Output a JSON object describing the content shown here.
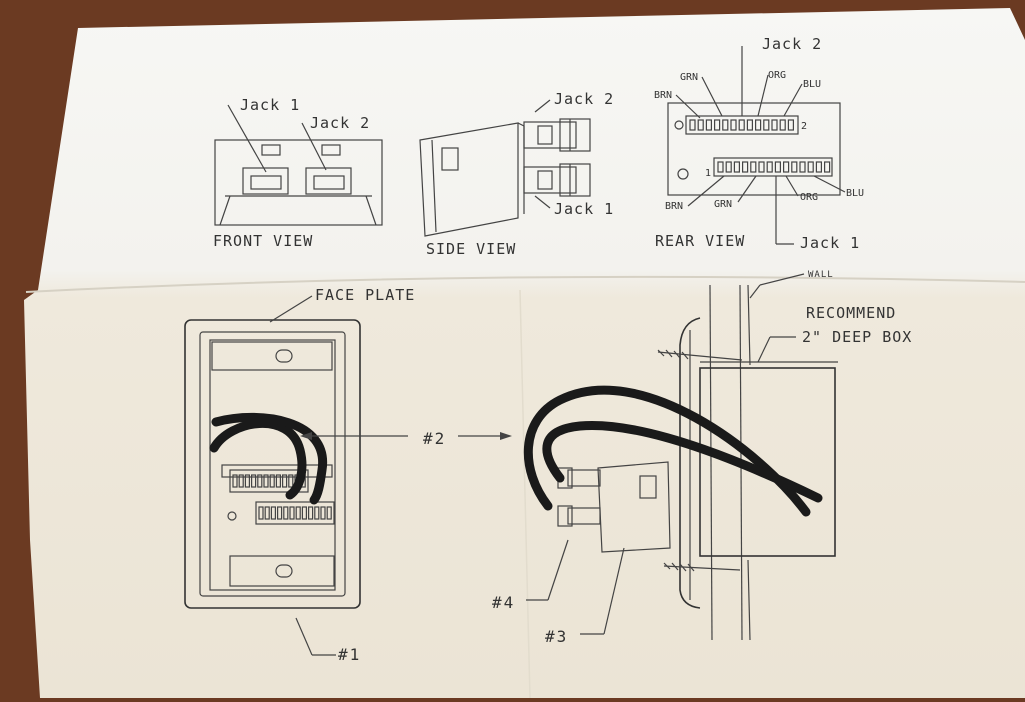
{
  "top_panel": {
    "front_view": {
      "caption": "FRONT VIEW",
      "jack1_label": "Jack 1",
      "jack2_label": "Jack 2"
    },
    "side_view": {
      "caption": "SIDE VIEW",
      "jack2_label": "Jack 2",
      "jack1_label": "Jack 1"
    },
    "rear_view": {
      "caption": "REAR VIEW",
      "jack2_label": "Jack 2",
      "jack1_label": "Jack 1",
      "top_wires": [
        "BRN",
        "GRN",
        "ORG",
        "BLU"
      ],
      "bottom_wires": [
        "BRN",
        "GRN",
        "ORG",
        "BLU"
      ],
      "row_num_top": "2",
      "row_num_bottom": "1"
    }
  },
  "bottom_panel": {
    "face_plate_label": "FACE PLATE",
    "wall_label": "WALL",
    "recommend_line1": "RECOMMEND",
    "recommend_line2": "2\" DEEP BOX",
    "callout_1": "#1",
    "callout_2": "#2",
    "callout_3": "#3",
    "callout_4": "#4"
  },
  "colors": {
    "table": "#6b3a22",
    "paper_top": "#f6f6f2",
    "paper_bottom": "#efe9dc",
    "ink": "#333333",
    "cable": "#1a1a1a"
  }
}
